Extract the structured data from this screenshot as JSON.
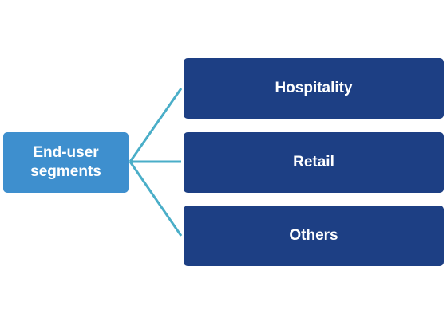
{
  "diagram": {
    "root": {
      "label": "End-user segments",
      "color": "#3e8fce"
    },
    "children": [
      {
        "label": "Hospitality"
      },
      {
        "label": "Retail"
      },
      {
        "label": "Others"
      }
    ],
    "child_color": "#1d3f84",
    "connector_color": "#4aaec8"
  }
}
